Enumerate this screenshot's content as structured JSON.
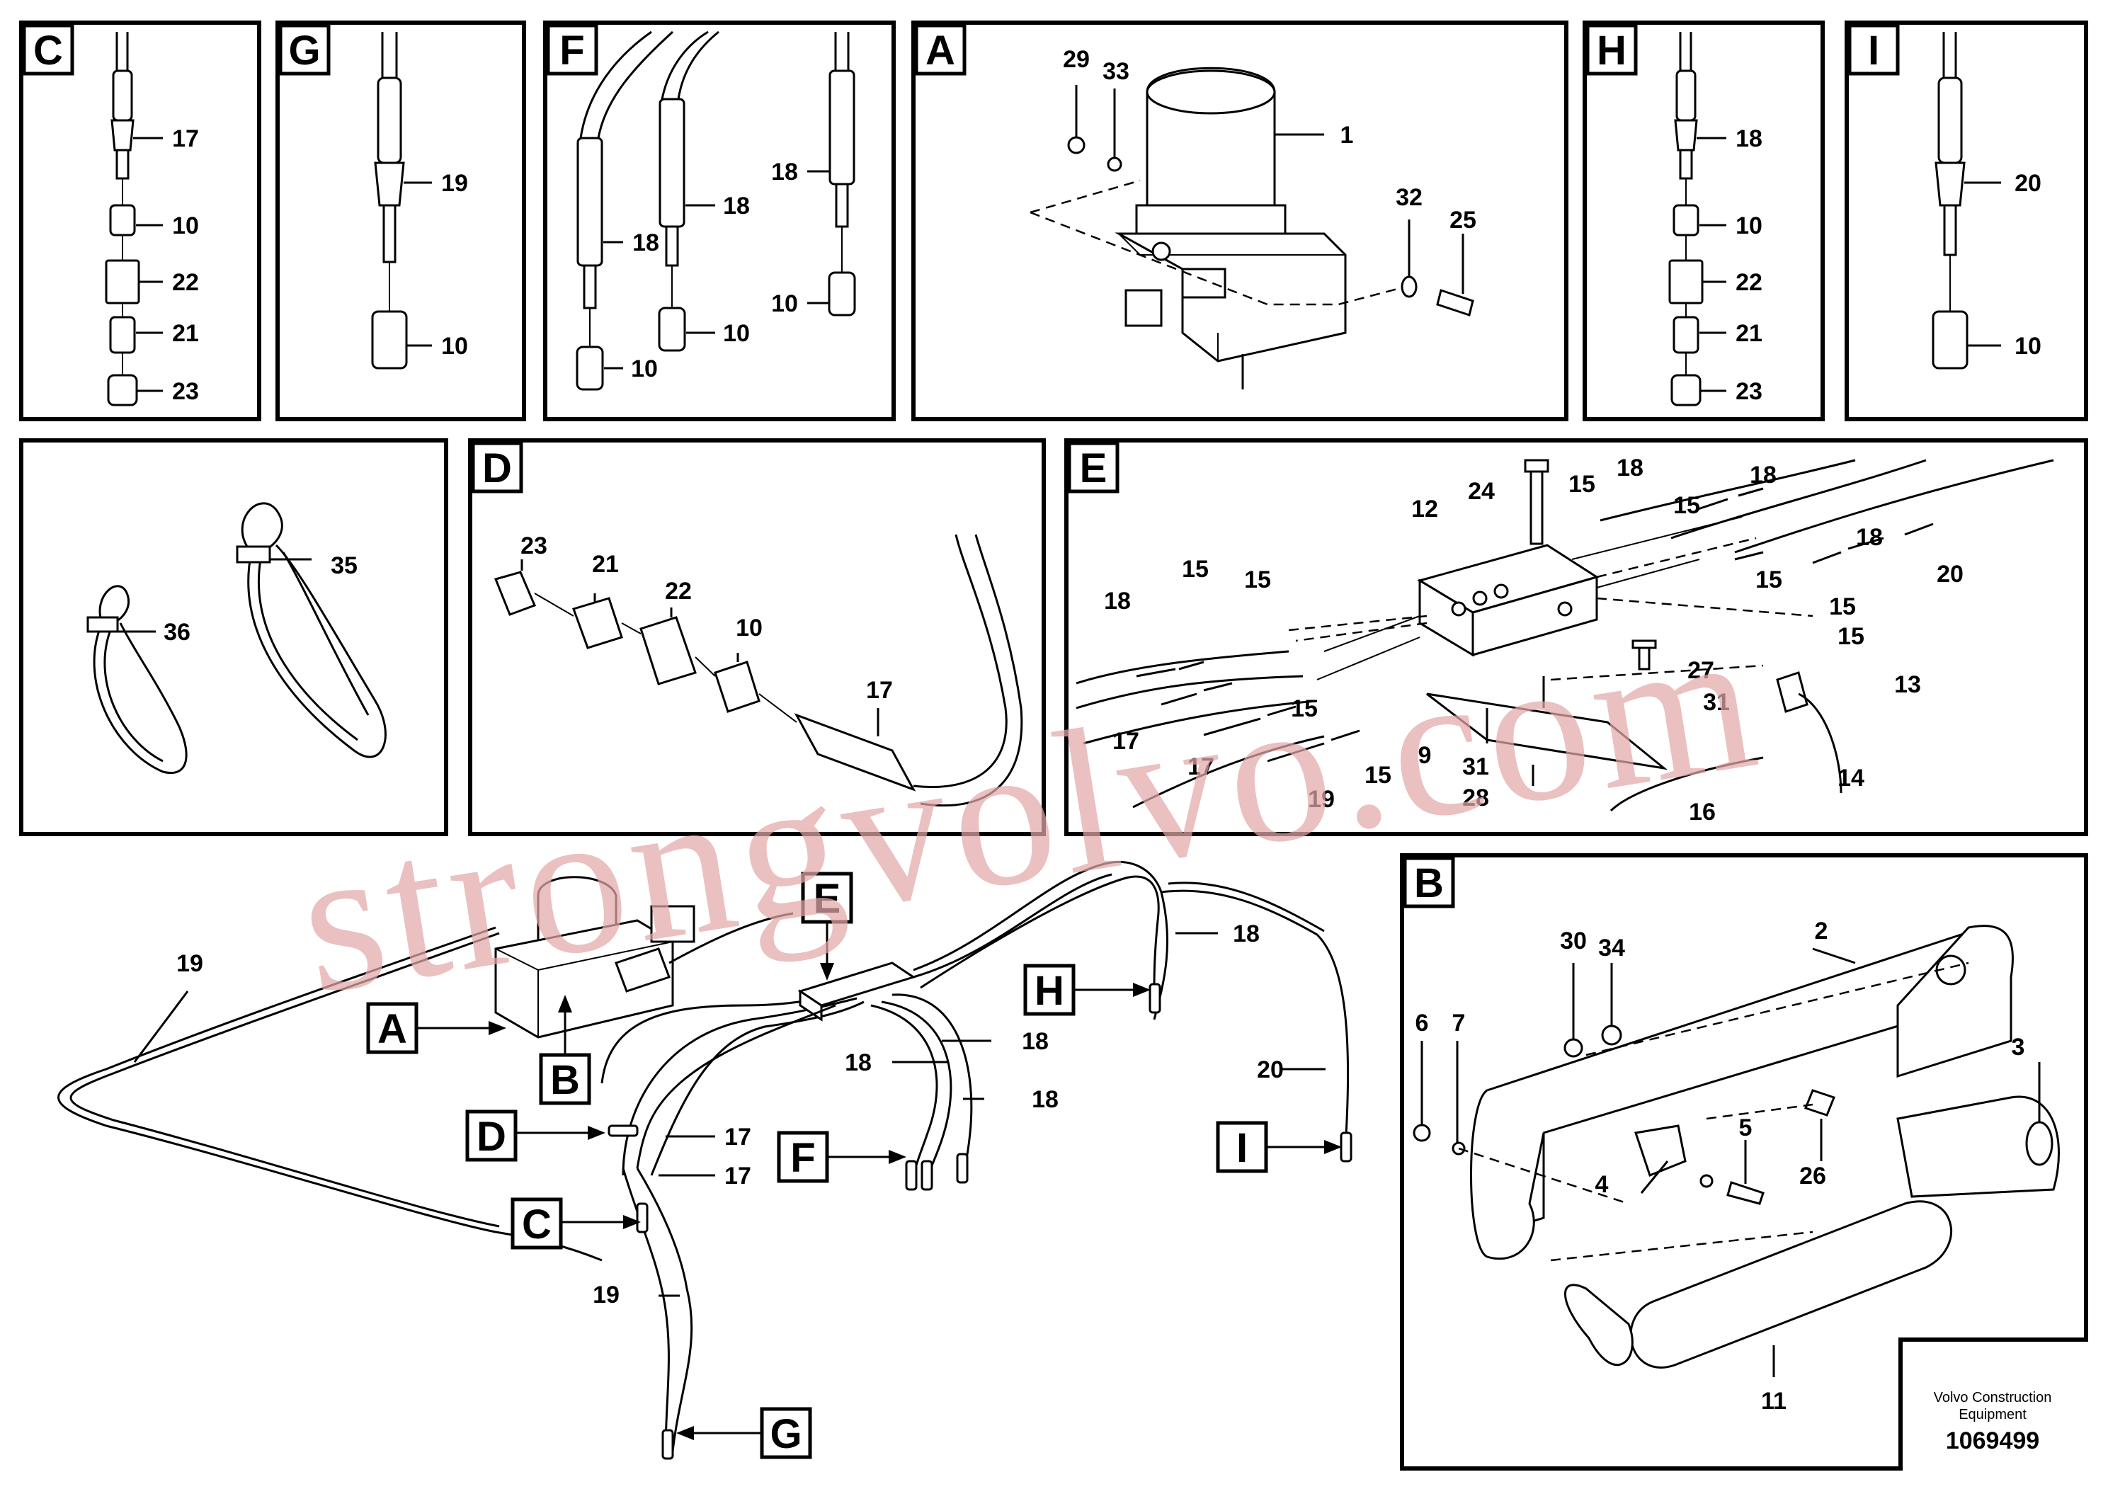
{
  "panels": {
    "C": {
      "tag": "C",
      "labels": [
        "17",
        "10",
        "22",
        "21",
        "23"
      ]
    },
    "G": {
      "tag": "G",
      "labels": [
        "19",
        "10"
      ]
    },
    "F": {
      "tag": "F",
      "labels": [
        "18",
        "18",
        "18",
        "10",
        "10",
        "10"
      ]
    },
    "A": {
      "tag": "A",
      "labels": [
        "29",
        "33",
        "1",
        "32",
        "25"
      ]
    },
    "H": {
      "tag": "H",
      "labels": [
        "18",
        "10",
        "22",
        "21",
        "23"
      ]
    },
    "I": {
      "tag": "I",
      "labels": [
        "20",
        "10"
      ]
    },
    "ties": {
      "labels": [
        "35",
        "36"
      ]
    },
    "D": {
      "tag": "D",
      "labels": [
        "23",
        "21",
        "22",
        "10",
        "17"
      ]
    },
    "E": {
      "tag": "E",
      "labels": [
        "24",
        "15",
        "18",
        "18",
        "15",
        "12",
        "15",
        "15",
        "18",
        "15",
        "18",
        "20",
        "15",
        "15",
        "13",
        "27",
        "31",
        "17",
        "15",
        "17",
        "19",
        "15",
        "9",
        "31",
        "28",
        "16",
        "14"
      ]
    },
    "B": {
      "tag": "B",
      "labels": [
        "30",
        "34",
        "2",
        "6",
        "7",
        "3",
        "26",
        "5",
        "4",
        "11"
      ]
    }
  },
  "overview": {
    "tags": [
      "E",
      "A",
      "B",
      "D",
      "C",
      "F",
      "H",
      "I",
      "G"
    ],
    "labels": [
      "19",
      "18",
      "18",
      "18",
      "18",
      "20",
      "17",
      "17",
      "19"
    ]
  },
  "watermark": "strongvolvo.com",
  "footer": {
    "company_line1": "Volvo Construction",
    "company_line2": "Equipment",
    "drawing_number": "1069499"
  },
  "icons": [
    "hose-fitting-icon",
    "nipple-icon",
    "nut-icon",
    "cable-tie-icon",
    "pump-icon",
    "manifold-block-icon",
    "grease-cartridge-icon"
  ]
}
